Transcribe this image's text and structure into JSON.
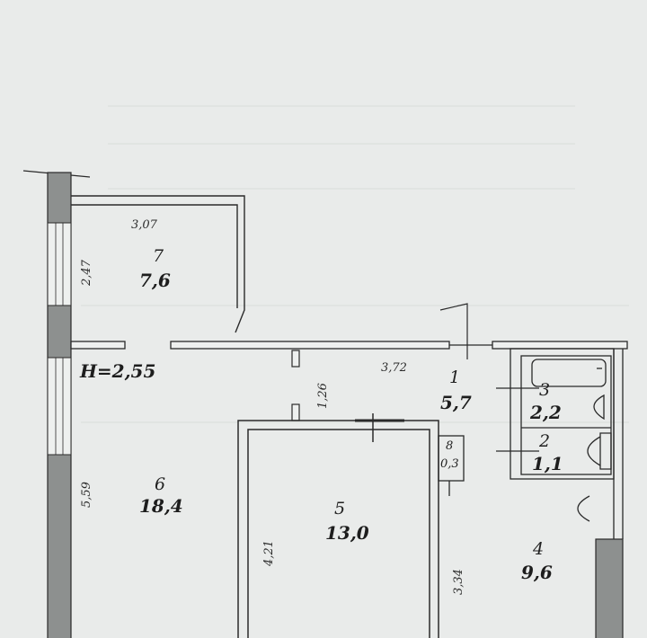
{
  "plan": {
    "height_label": "H=2,55",
    "rooms": [
      {
        "key": "r7",
        "number": "7",
        "area": "7,6"
      },
      {
        "key": "r6",
        "number": "6",
        "area": "18,4"
      },
      {
        "key": "r5",
        "number": "5",
        "area": "13,0"
      },
      {
        "key": "r1",
        "number": "1",
        "area": "5,7"
      },
      {
        "key": "r3",
        "number": "3",
        "area": "2,2"
      },
      {
        "key": "r2",
        "number": "2",
        "area": "1,1"
      },
      {
        "key": "r4",
        "number": "4",
        "area": "9,6"
      },
      {
        "key": "r8",
        "number": "8",
        "area": "0,3"
      }
    ],
    "dimensions": {
      "d307": "3,07",
      "d247": "2,47",
      "d372": "3,72",
      "d126": "1,26",
      "d559": "5,59",
      "d421": "4,21",
      "d334": "3,34"
    }
  },
  "colors": {
    "paper": "#e9ebea",
    "wall": "#8d908f",
    "line": "#2a2a2a"
  }
}
